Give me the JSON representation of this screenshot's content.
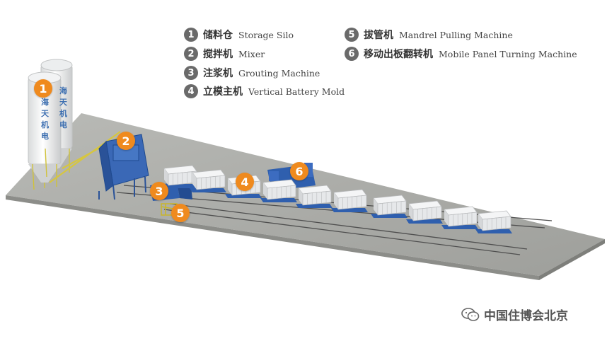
{
  "legend": [
    {
      "num": "1",
      "zh": "储料仓",
      "en": "Storage Silo"
    },
    {
      "num": "2",
      "zh": "搅拌机",
      "en": "Mixer"
    },
    {
      "num": "3",
      "zh": "注浆机",
      "en": "Grouting Machine"
    },
    {
      "num": "4",
      "zh": "立模主机",
      "en": "Vertical Battery Mold"
    },
    {
      "num": "5",
      "zh": "拔管机",
      "en": "Mandrel Pulling Machine"
    },
    {
      "num": "6",
      "zh": "移动出板翻转机",
      "en": "Mobile Panel Turning Machine"
    }
  ],
  "markers": [
    "1",
    "2",
    "3",
    "4",
    "5",
    "6"
  ],
  "silo_text": {
    "front": [
      "海",
      "天",
      "机",
      "电"
    ],
    "back": [
      "海",
      "天",
      "机",
      "电"
    ]
  },
  "watermark": {
    "text": "中国住博会北京",
    "icon": "wechat-icon"
  },
  "colors": {
    "marker": "#ef8a1e",
    "machine_blue": "#2f5fae",
    "floor": "#a9aaa6",
    "badge": "#6a6a6a"
  }
}
